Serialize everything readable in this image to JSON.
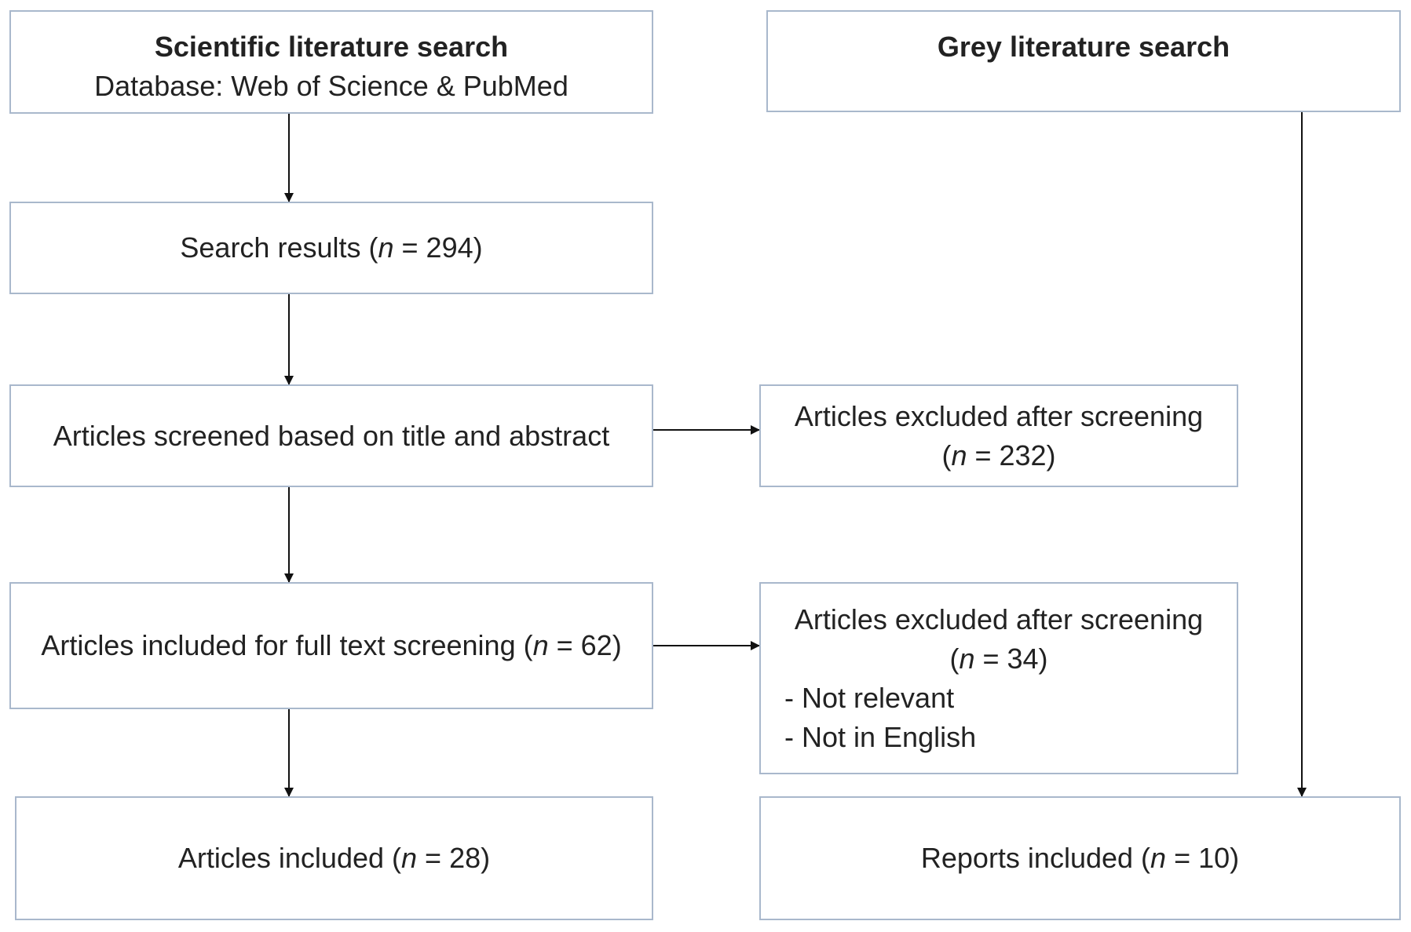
{
  "flow": {
    "scientific_search": {
      "title": "Scientific literature search",
      "subtitle": "Database: Web of Science & PubMed"
    },
    "grey_search": {
      "title": "Grey literature search"
    },
    "search_results": {
      "label": "Search results (",
      "n_label": "n",
      "n_value": " = 294)"
    },
    "screened": {
      "label": "Articles screened based on title and abstract"
    },
    "excluded_1": {
      "label": "Articles excluded after screening",
      "n_open": "(",
      "n_label": "n",
      "n_value": " = 232)"
    },
    "full_text": {
      "label": "Articles included for full text screening (",
      "n_label": "n",
      "n_value": " = 62)"
    },
    "excluded_2": {
      "label": "Articles excluded after screening",
      "n_open": "(",
      "n_label": "n",
      "n_value": " = 34)",
      "reasons": [
        "- Not relevant",
        "- Not in English"
      ]
    },
    "articles_included": {
      "label": "Articles included (",
      "n_label": "n",
      "n_value": " = 28)"
    },
    "reports_included": {
      "label": "Reports included (",
      "n_label": "n",
      "n_value": " = 10)"
    }
  }
}
